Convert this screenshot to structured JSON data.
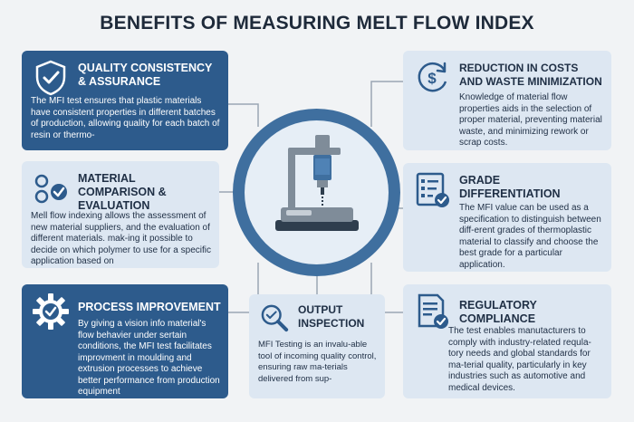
{
  "title": "BENEFITS OF MEASURING MELT FLOW INDEX",
  "colors": {
    "dark_card": "#2d5b8c",
    "light_card": "#dde7f2",
    "accent": "#3f6f9f",
    "background": "#f1f3f5"
  },
  "cards": {
    "quality": {
      "title": "QUALITY CONSISTENCY & ASSURANCE",
      "icon": "shield-check-icon",
      "text": "The MFI test ensures that plastic materials have consistent properties in different batches of production, allowing quality for each batch of resin or thermo-"
    },
    "comparison": {
      "title": "MATERIAL COMPARISON & EVALUATION",
      "icon": "pellets-check-icon",
      "text": "Mell flow indexing allows the assessment of new material suppliers, and the evaluation of different materials. mak-ing it possible to decide on which polymer to use for a specific application based on"
    },
    "process": {
      "title": "PROCESS IMPROVEMENT",
      "icon": "gear-check-icon",
      "text": "By giving a vision info material's flow behavier under sertain conditions, the MFI test facilitates improvment in moulding and extrusion processes to achieve better performance from production equipment"
    },
    "output": {
      "title": "OUTPUT INSPECTION",
      "icon": "magnifier-check-icon",
      "text": "MFI Testing is an invalu-able tool of incoming quality control, ensuring raw ma-terials delivered from sup-"
    },
    "costs": {
      "title": "REDUCTION IN COSTS AND WASTE MINIMIZATION",
      "icon": "dollar-cycle-icon",
      "text": "Knowledge of material flow properties aids in the selection of proper material, preventing material waste, and minimizing rework or scrap costs."
    },
    "grade": {
      "title": "GRADE DIFFERENTIATION",
      "icon": "checklist-icon",
      "text": "The MFI value can be used as a specification to distinguish between diff-erent grades of thermoplastic material to classify and choose the best grade for a particular application."
    },
    "regulatory": {
      "title": "REGULATORY COMPLIANCE",
      "icon": "document-check-icon",
      "text": "The test enables manutacturers to comply with industry-related requla-tory needs and global standards for ma-terial quality, particularly in key industries such as automotive and medical devices."
    }
  },
  "center": {
    "icon": "melt-flow-indexer-icon"
  }
}
